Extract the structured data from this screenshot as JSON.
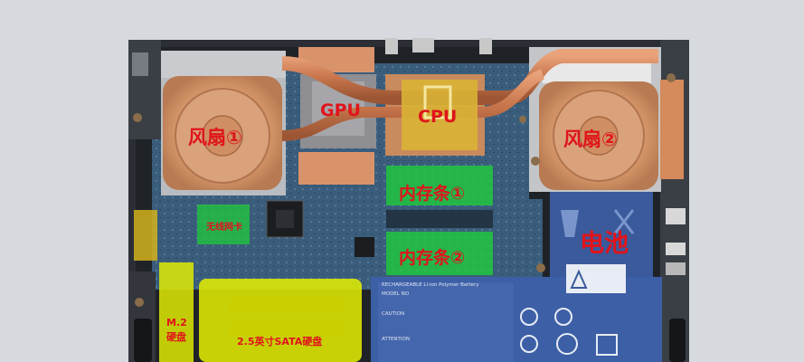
{
  "labels": {
    "fan1": "风扇①",
    "fan2": "风扇②",
    "gpu": "GPU",
    "cpu": "CPU",
    "ram1": "内存条①",
    "ram2": "内存条②",
    "battery": "电池",
    "wifi": "无线网卡",
    "m2_line1": "M.2",
    "m2_line2": "硬盘",
    "sata": "2.5英寸SATA硬盘"
  },
  "battery_label_text": {
    "line1": "RECHARGEABLE Li-ion Polymer Battery",
    "line2": "MODEL NO",
    "caution": "CAUTION",
    "attention": "ATTENTION"
  },
  "colors": {
    "highlight_yellow": "#e6f000",
    "highlight_green": "#1fd03a",
    "cpu_gold": "#d9b235",
    "label_red": "#e0141b"
  }
}
